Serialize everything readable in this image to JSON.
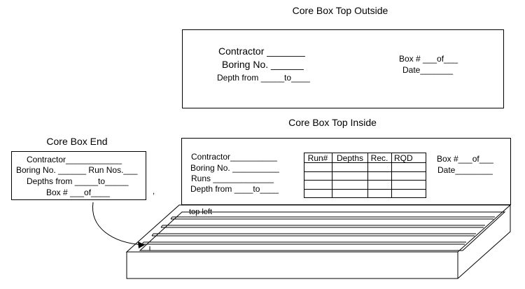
{
  "top_outside": {
    "heading": "Core Box Top Outside",
    "contractor": "Contractor _______",
    "boring": "Boring No. ______",
    "depth": "Depth from _____to____",
    "box": "Box # ___of___",
    "date": "Date_______"
  },
  "top_inside": {
    "heading": "Core Box Top Inside",
    "contractor": "Contractor__________",
    "boring": "Boring No. __________",
    "runs": "Runs _____________",
    "depth": "Depth from ____to____",
    "box": "Box #___of___",
    "date": "Date________",
    "table_headers": [
      "Run#",
      "Depths",
      "Rec.",
      "RQD"
    ]
  },
  "end": {
    "heading": "Core Box End",
    "contractor": "Contractor____________",
    "boring": "Boring No. ______ Run Nos.___",
    "depths": "Depths from _____to_____",
    "box": "Box # ___of____"
  },
  "tray": {
    "label": "top left"
  }
}
